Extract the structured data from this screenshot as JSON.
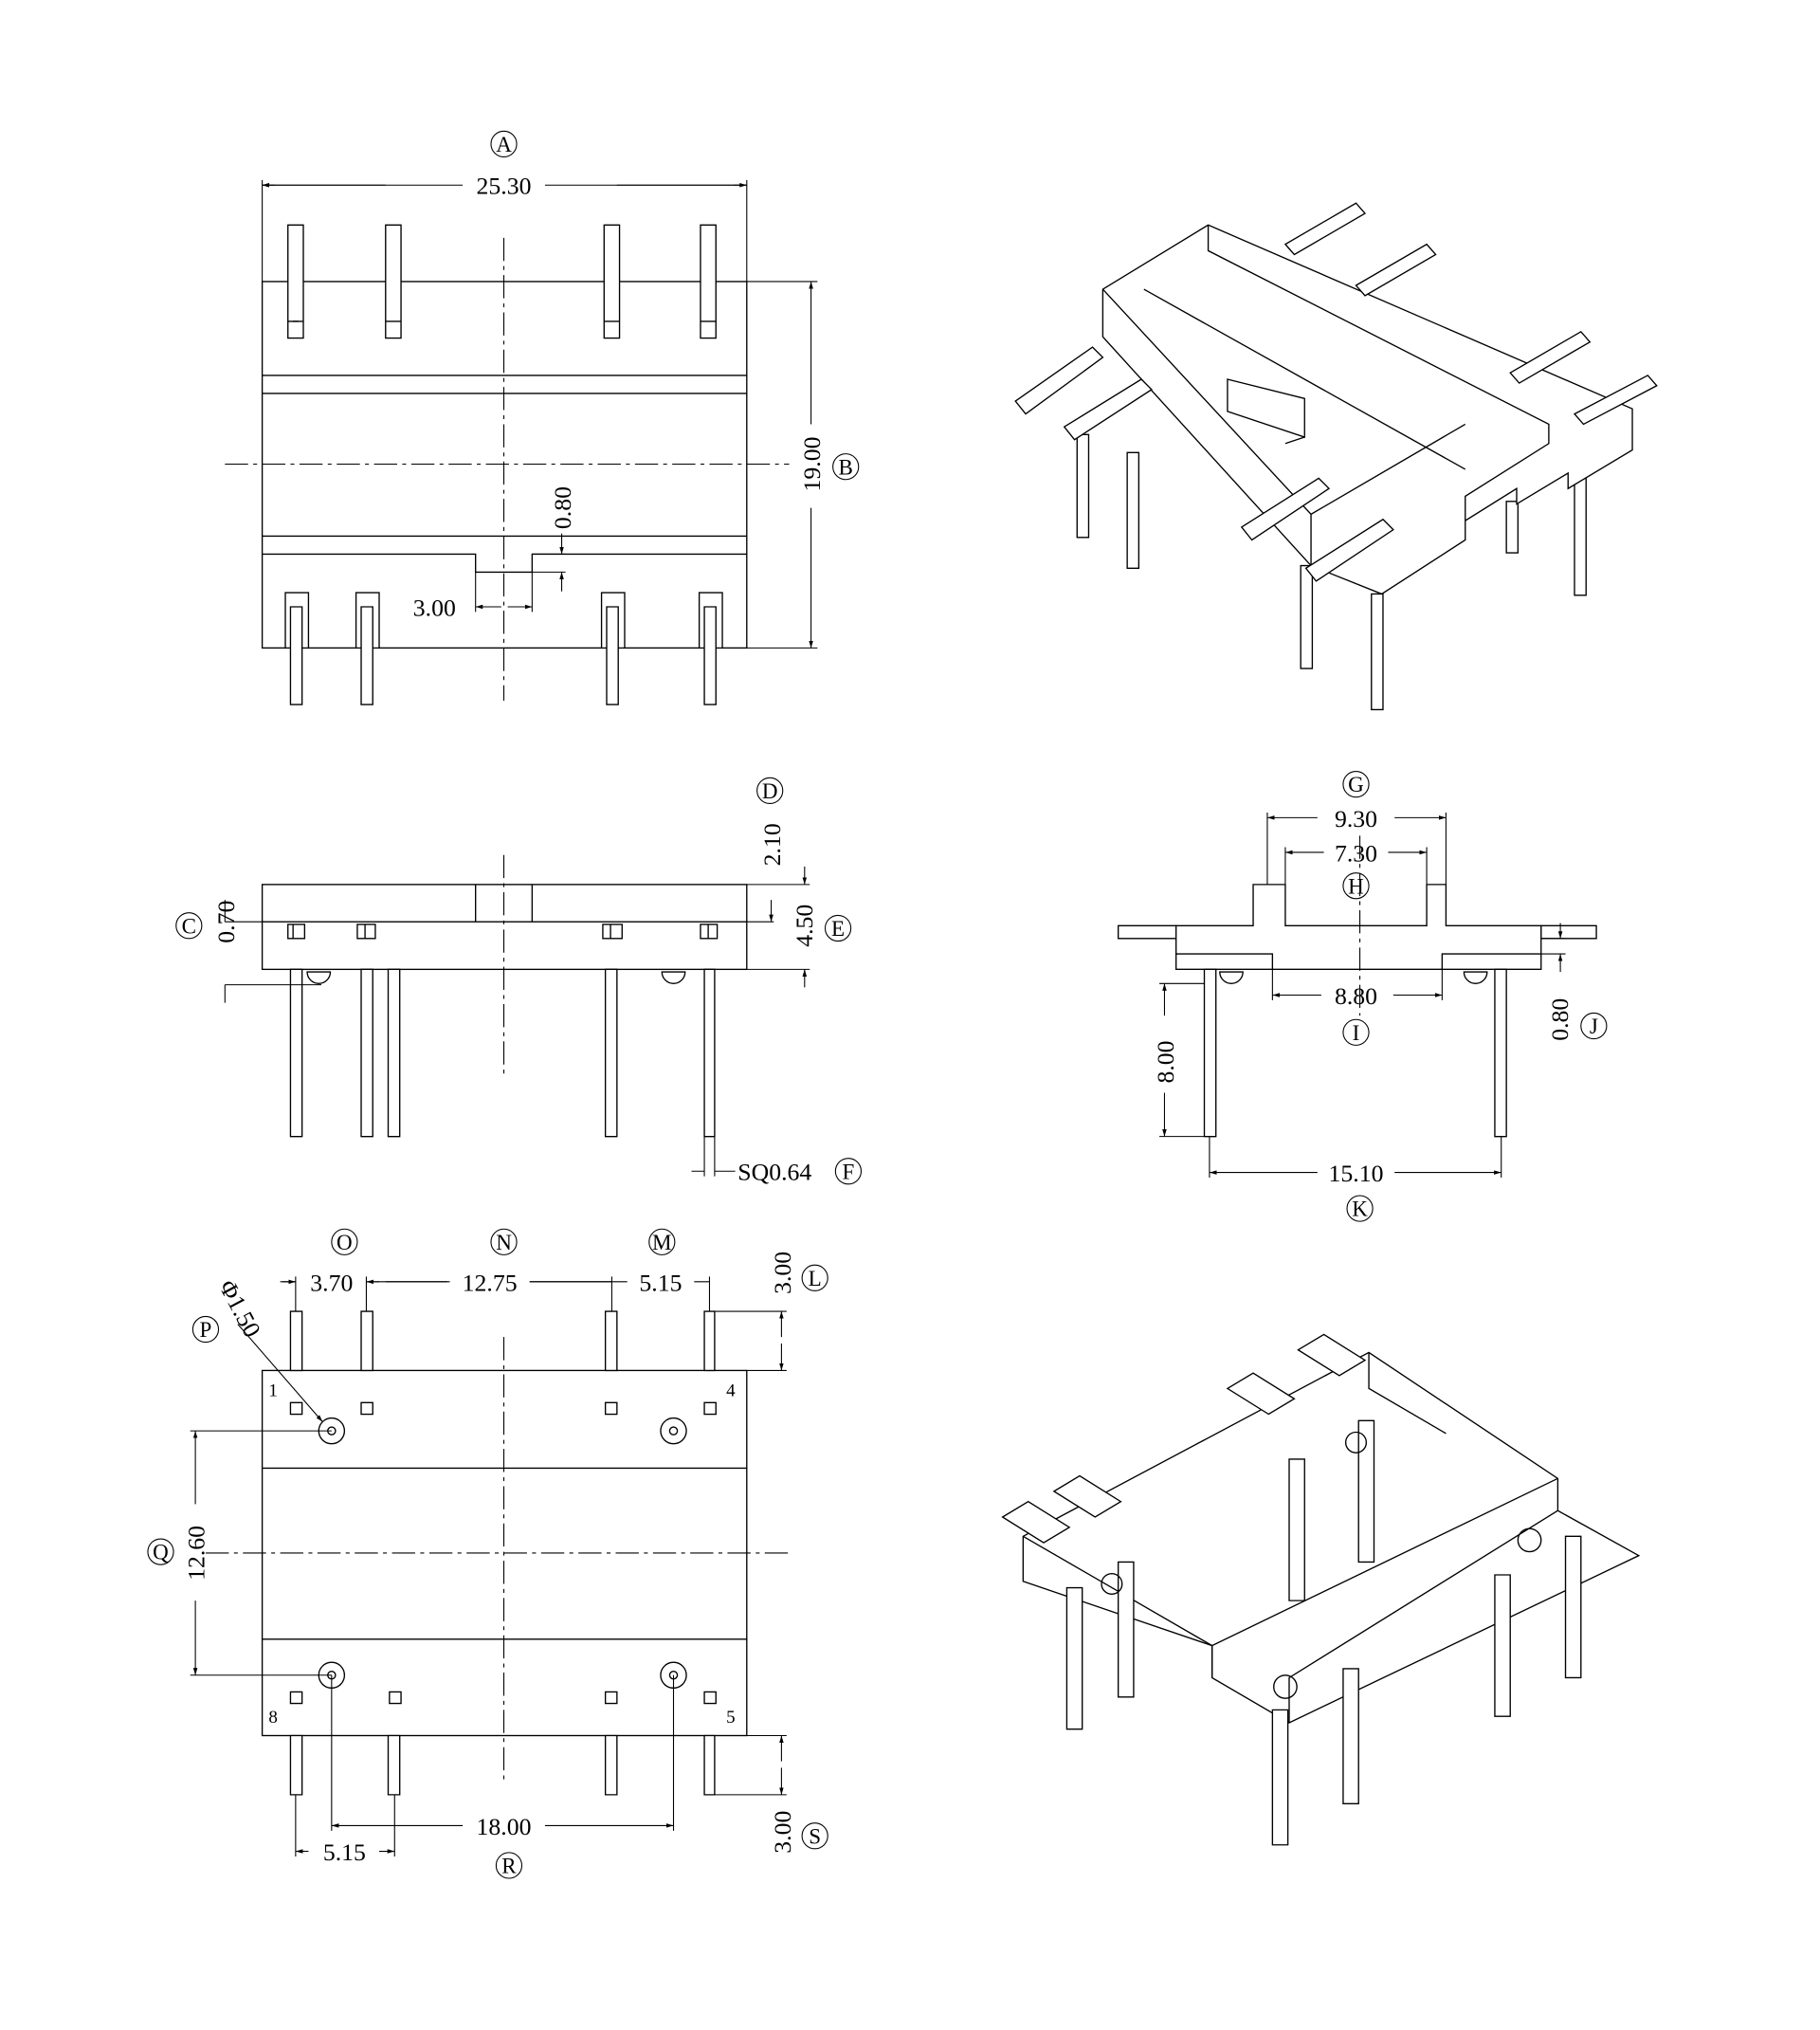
{
  "title": "Bobbin mechanical drawing",
  "colors": {
    "line": "#000000",
    "background": "#ffffff"
  },
  "top_view": {
    "A": {
      "label": "A",
      "value": "25.30"
    },
    "B": {
      "label": "B",
      "value": "19.00"
    },
    "slot_depth": "0.80",
    "slot_width": "3.00"
  },
  "side_view": {
    "C": {
      "label": "C",
      "value": "0.70"
    },
    "D": {
      "label": "D",
      "value": "2.10"
    },
    "E": {
      "label": "E",
      "value": "4.50"
    },
    "F": {
      "label": "F",
      "value": "SQ0.64"
    }
  },
  "end_view": {
    "G": {
      "label": "G",
      "value": "9.30"
    },
    "H": {
      "label": "H",
      "value": "7.30"
    },
    "I": {
      "label": "I",
      "value": "8.80"
    },
    "J": {
      "label": "J",
      "value": "0.80"
    },
    "K": {
      "label": "K",
      "value": "15.10"
    },
    "pin_length": "8.00"
  },
  "bottom_view": {
    "O": {
      "label": "O",
      "value": "3.70"
    },
    "N": {
      "label": "N",
      "value": "12.75"
    },
    "M": {
      "label": "M",
      "value": "5.15"
    },
    "L": {
      "label": "L",
      "value": "3.00"
    },
    "P": {
      "label": "P",
      "value": "Φ1.50"
    },
    "Q": {
      "label": "Q",
      "value": "12.60"
    },
    "R": {
      "label": "R",
      "value": "18.00"
    },
    "R_sub": "5.15",
    "S": {
      "label": "S",
      "value": "3.00"
    },
    "pin_numbers": [
      "1",
      "4",
      "8",
      "5"
    ]
  }
}
